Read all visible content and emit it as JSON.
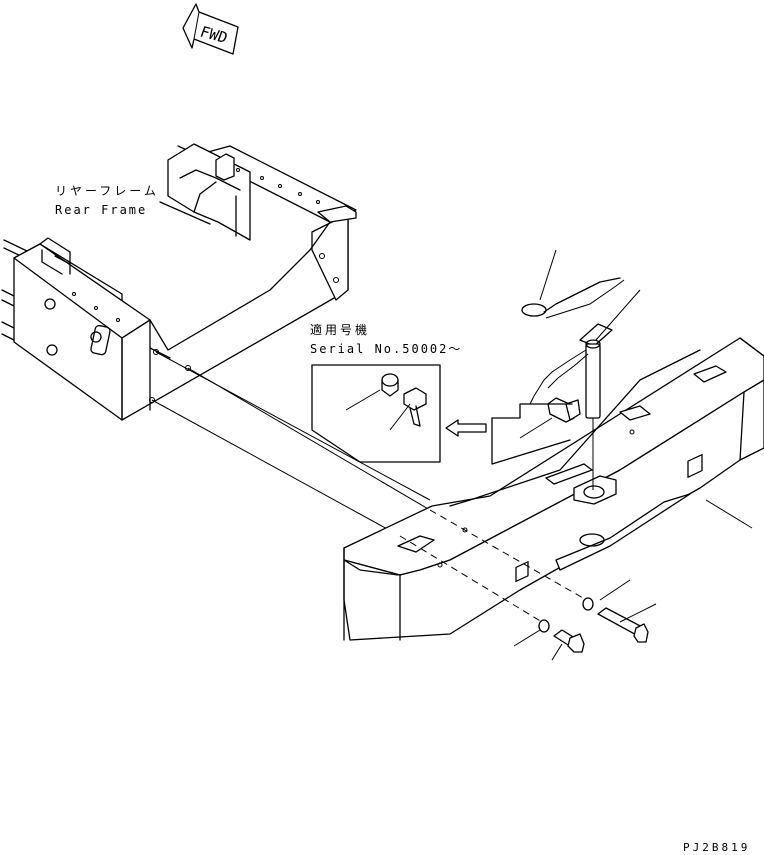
{
  "labels": {
    "fwd": "FWD",
    "rear_frame_jp": "リヤーフレーム",
    "rear_frame_en": "Rear Frame",
    "applicable_jp": "適用号機",
    "serial": "Serial No.50002～",
    "drawing_code": "PJ2B819"
  }
}
